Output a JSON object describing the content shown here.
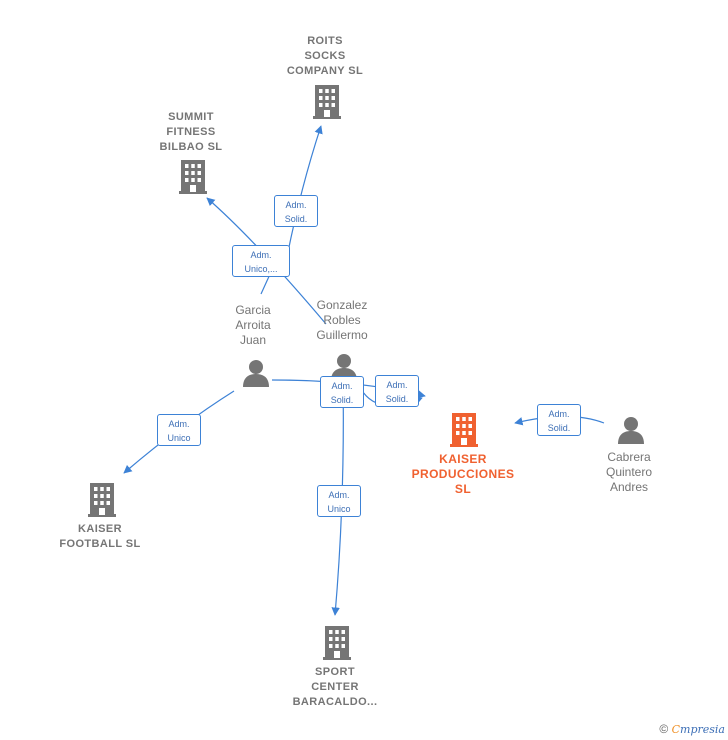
{
  "colors": {
    "edge": "#3d82d6",
    "node": "#757575",
    "focus": "#f06130"
  },
  "companies": {
    "roits": "ROITS\nSOCKS\nCOMPANY  SL",
    "summit": "SUMMIT\nFITNESS\nBILBAO  SL",
    "kaiser_prod": "KAISER\nPRODUCCIONES\nSL",
    "kaiser_football": "KAISER\nFOOTBALL SL",
    "sport_center": "SPORT\nCENTER\nBARACALDO..."
  },
  "people": {
    "garcia": "Garcia\nArroita\nJuan",
    "gonzalez": "Gonzalez\nRobles\nGuillermo",
    "cabrera": "Cabrera\nQuintero\nAndres"
  },
  "relations": {
    "gonzalez_roits": "Adm.\nSolid.",
    "garcia_summit": "Adm.\nUnico,...",
    "garcia_kaiser_prod": "Adm.\nSolid.",
    "gonzalez_kaiser_prod": "Adm.\nSolid.",
    "cabrera_kaiser_prod": "Adm.\nSolid.",
    "garcia_football": "Adm.\nUnico",
    "gonzalez_sport": "Adm.\nUnico"
  },
  "footer": {
    "copyright": "©",
    "brand_initial": "C",
    "brand_rest": "mpresia"
  }
}
